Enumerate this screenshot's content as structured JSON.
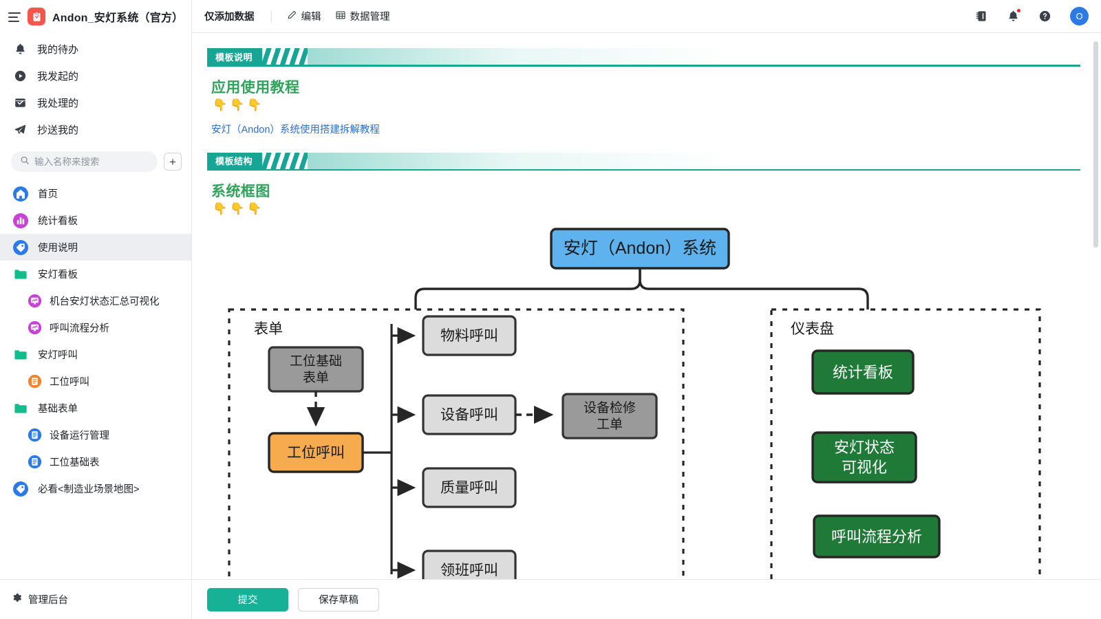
{
  "app": {
    "title": "Andon_安灯系统（官方）",
    "logo_icon": "clipboard-icon",
    "logo_color": "#f4564b",
    "menu_icon": "hamburger-icon"
  },
  "sidebar": {
    "top_nav": [
      {
        "label": "我的待办",
        "icon": "bell-icon"
      },
      {
        "label": "我发起的",
        "icon": "play-circle-icon"
      },
      {
        "label": "我处理的",
        "icon": "inbox-check-icon"
      },
      {
        "label": "抄送我的",
        "icon": "paper-plane-icon"
      }
    ],
    "search": {
      "placeholder": "输入名称来搜索",
      "value": "",
      "icon": "search-icon"
    },
    "add_button": "+",
    "tree": [
      {
        "label": "首页",
        "icon": "home-icon",
        "color": "#2b7ae8",
        "level": 0,
        "active": false
      },
      {
        "label": "统计看板",
        "icon": "bar-chart-icon",
        "color": "#c842d6",
        "level": 0,
        "active": false
      },
      {
        "label": "使用说明",
        "icon": "tag-icon",
        "color": "#2b7ae8",
        "level": 0,
        "active": true
      },
      {
        "label": "安灯看板",
        "icon": "folder-icon",
        "color": "#12bd8d",
        "level": 0,
        "active": false
      },
      {
        "label": "机台安灯状态汇总可视化",
        "icon": "dashboard-icon",
        "color": "#c842d6",
        "level": 1,
        "active": false
      },
      {
        "label": "呼叫流程分析",
        "icon": "dashboard-icon",
        "color": "#c842d6",
        "level": 1,
        "active": false
      },
      {
        "label": "安灯呼叫",
        "icon": "folder-icon",
        "color": "#12bd8d",
        "level": 0,
        "active": false
      },
      {
        "label": "工位呼叫",
        "icon": "form-icon",
        "color": "#f5822b",
        "level": 1,
        "active": false
      },
      {
        "label": "基础表单",
        "icon": "folder-icon",
        "color": "#12bd8d",
        "level": 0,
        "active": false
      },
      {
        "label": "设备运行管理",
        "icon": "form-icon",
        "color": "#2b7ae8",
        "level": 1,
        "active": false
      },
      {
        "label": "工位基础表",
        "icon": "form-icon",
        "color": "#2b7ae8",
        "level": 1,
        "active": false
      },
      {
        "label": "必看<制造业场景地图>",
        "icon": "tag-icon",
        "color": "#2b7ae8",
        "level": 0,
        "active": false
      }
    ],
    "footer": {
      "label": "管理后台",
      "icon": "gear-icon"
    }
  },
  "topbar": {
    "title": "仅添加数据",
    "edit": {
      "label": "编辑",
      "icon": "pencil-icon"
    },
    "data_manage": {
      "label": "数据管理",
      "icon": "table-icon"
    },
    "icons": [
      {
        "name": "notebook-icon"
      },
      {
        "name": "bell-icon",
        "has_badge": true
      },
      {
        "name": "help-circle-icon"
      }
    ],
    "avatar": {
      "initial": "O",
      "color": "#2b7ae8"
    }
  },
  "sections": [
    {
      "tag": "模板说明",
      "title": "应用使用教程",
      "hands": "👇👇👇",
      "link": "安灯（Andon）系统使用搭建拆解教程"
    },
    {
      "tag": "模板结构",
      "title": "系统框图",
      "hands": "👇👇👇",
      "link": ""
    }
  ],
  "diagram": {
    "root": {
      "label": "安灯（Andon）系统",
      "fill": "#5eb3ef",
      "stroke": "#262626",
      "text": "#1a1a1a"
    },
    "groups": [
      {
        "label": "表单"
      },
      {
        "label": "仪表盘"
      }
    ],
    "nodes": [
      {
        "id": "gongwei-jichu",
        "label": "工位基础\n表单",
        "fill": "#9a9a9a",
        "text": "#1a1a1a"
      },
      {
        "id": "gongwei-huj",
        "label": "工位呼叫",
        "fill": "#f6ab4f",
        "text": "#1a1a1a"
      },
      {
        "id": "wuliao",
        "label": "物料呼叫",
        "fill": "#dcdcdc",
        "text": "#1a1a1a"
      },
      {
        "id": "shebei",
        "label": "设备呼叫",
        "fill": "#dcdcdc",
        "text": "#1a1a1a"
      },
      {
        "id": "zhiliang",
        "label": "质量呼叫",
        "fill": "#dcdcdc",
        "text": "#1a1a1a"
      },
      {
        "id": "lingban",
        "label": "领班呼叫",
        "fill": "#dcdcdc",
        "text": "#1a1a1a"
      },
      {
        "id": "shebei-jianxiu",
        "label": "设备检修\n工单",
        "fill": "#9a9a9a",
        "text": "#1a1a1a"
      },
      {
        "id": "tongji",
        "label": "统计看板",
        "fill": "#1e7a36",
        "text": "#ffffff"
      },
      {
        "id": "andeng-zhuangtai",
        "label": "安灯状态\n可视化",
        "fill": "#1e7a36",
        "text": "#ffffff"
      },
      {
        "id": "huj-fenxi",
        "label": "呼叫流程分析",
        "fill": "#1e7a36",
        "text": "#ffffff"
      }
    ]
  },
  "actions": {
    "submit": "提交",
    "save_draft": "保存草稿"
  }
}
